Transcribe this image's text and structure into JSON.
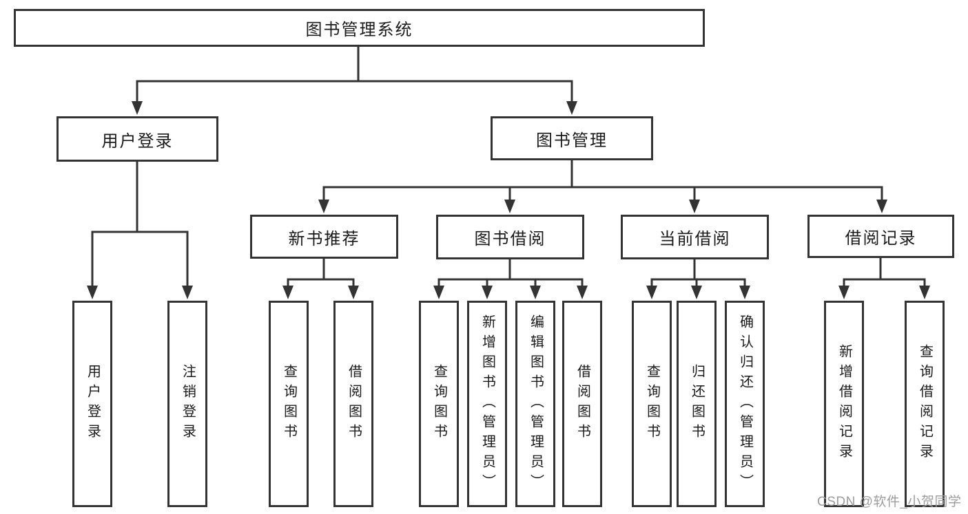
{
  "diagram_title": "图书管理系统",
  "tree": {
    "label": "图书管理系统",
    "children": [
      {
        "label": "用户登录",
        "children": [
          {
            "label": "用户登录"
          },
          {
            "label": "注销登录"
          }
        ]
      },
      {
        "label": "图书管理",
        "children": [
          {
            "label": "新书推荐",
            "children": [
              {
                "label": "查询图书"
              },
              {
                "label": "借阅图书"
              }
            ]
          },
          {
            "label": "图书借阅",
            "children": [
              {
                "label": "查询图书"
              },
              {
                "label": "新增图书（管理员）"
              },
              {
                "label": "编辑图书（管理员）"
              },
              {
                "label": "借阅图书"
              }
            ]
          },
          {
            "label": "当前借阅",
            "children": [
              {
                "label": "查询图书"
              },
              {
                "label": "归还图书"
              },
              {
                "label": "确认归还（管理员）"
              }
            ]
          },
          {
            "label": "借阅记录",
            "children": [
              {
                "label": "新增借阅记录"
              },
              {
                "label": "查询借阅记录"
              }
            ]
          }
        ]
      }
    ]
  },
  "watermark": "CSDN @软件_小贺同学",
  "colors": {
    "line": "#333333",
    "box_border": "#333333",
    "text": "#1a1a1a",
    "watermark": "#9c9c9c",
    "background": "#ffffff"
  }
}
